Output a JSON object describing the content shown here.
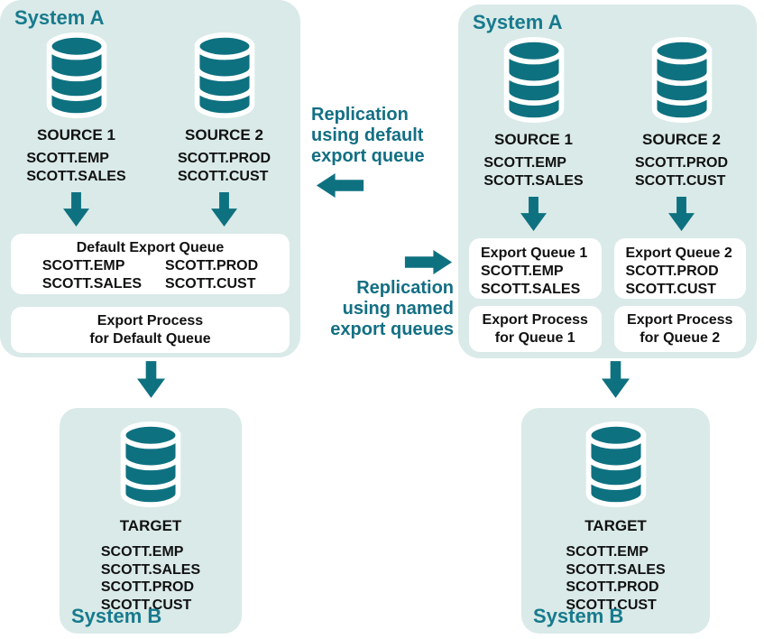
{
  "colors": {
    "teal": "#0e7180",
    "teal-heading": "#177a8d",
    "teal-annotation": "#136f84",
    "panel-bg": "#d9eae8",
    "box-bg": "#ffffff",
    "text": "#111111"
  },
  "left_system_a": {
    "title": "System A",
    "sources": [
      {
        "name": "SOURCE 1",
        "tables": [
          "SCOTT.EMP",
          "SCOTT.SALES"
        ]
      },
      {
        "name": "SOURCE 2",
        "tables": [
          "SCOTT.PROD",
          "SCOTT.CUST"
        ]
      }
    ],
    "queue_box": {
      "title": "Default Export Queue",
      "columns": [
        [
          "SCOTT.EMP",
          "SCOTT.SALES"
        ],
        [
          "SCOTT.PROD",
          "SCOTT.CUST"
        ]
      ]
    },
    "process_box": [
      "Export Process",
      "for Default Queue"
    ]
  },
  "right_system_a": {
    "title": "System A",
    "sources": [
      {
        "name": "SOURCE 1",
        "tables": [
          "SCOTT.EMP",
          "SCOTT.SALES"
        ]
      },
      {
        "name": "SOURCE 2",
        "tables": [
          "SCOTT.PROD",
          "SCOTT.CUST"
        ]
      }
    ],
    "queue_boxes": [
      {
        "title": "Export Queue 1",
        "tables": [
          "SCOTT.EMP",
          "SCOTT.SALES"
        ]
      },
      {
        "title": "Export Queue 2",
        "tables": [
          "SCOTT.PROD",
          "SCOTT.CUST"
        ]
      }
    ],
    "process_boxes": [
      [
        "Export Process",
        "for Queue 1"
      ],
      [
        "Export Process",
        "for Queue 2"
      ]
    ]
  },
  "left_system_b": {
    "title": "System B",
    "target": {
      "name": "TARGET",
      "tables": [
        "SCOTT.EMP",
        "SCOTT.SALES",
        "SCOTT.PROD",
        "SCOTT.CUST"
      ]
    }
  },
  "right_system_b": {
    "title": "System B",
    "target": {
      "name": "TARGET",
      "tables": [
        "SCOTT.EMP",
        "SCOTT.SALES",
        "SCOTT.PROD",
        "SCOTT.CUST"
      ]
    }
  },
  "annotations": {
    "default_queue": [
      "Replication",
      "using default",
      "export queue"
    ],
    "named_queues": [
      "Replication",
      "using named",
      "export queues"
    ]
  }
}
